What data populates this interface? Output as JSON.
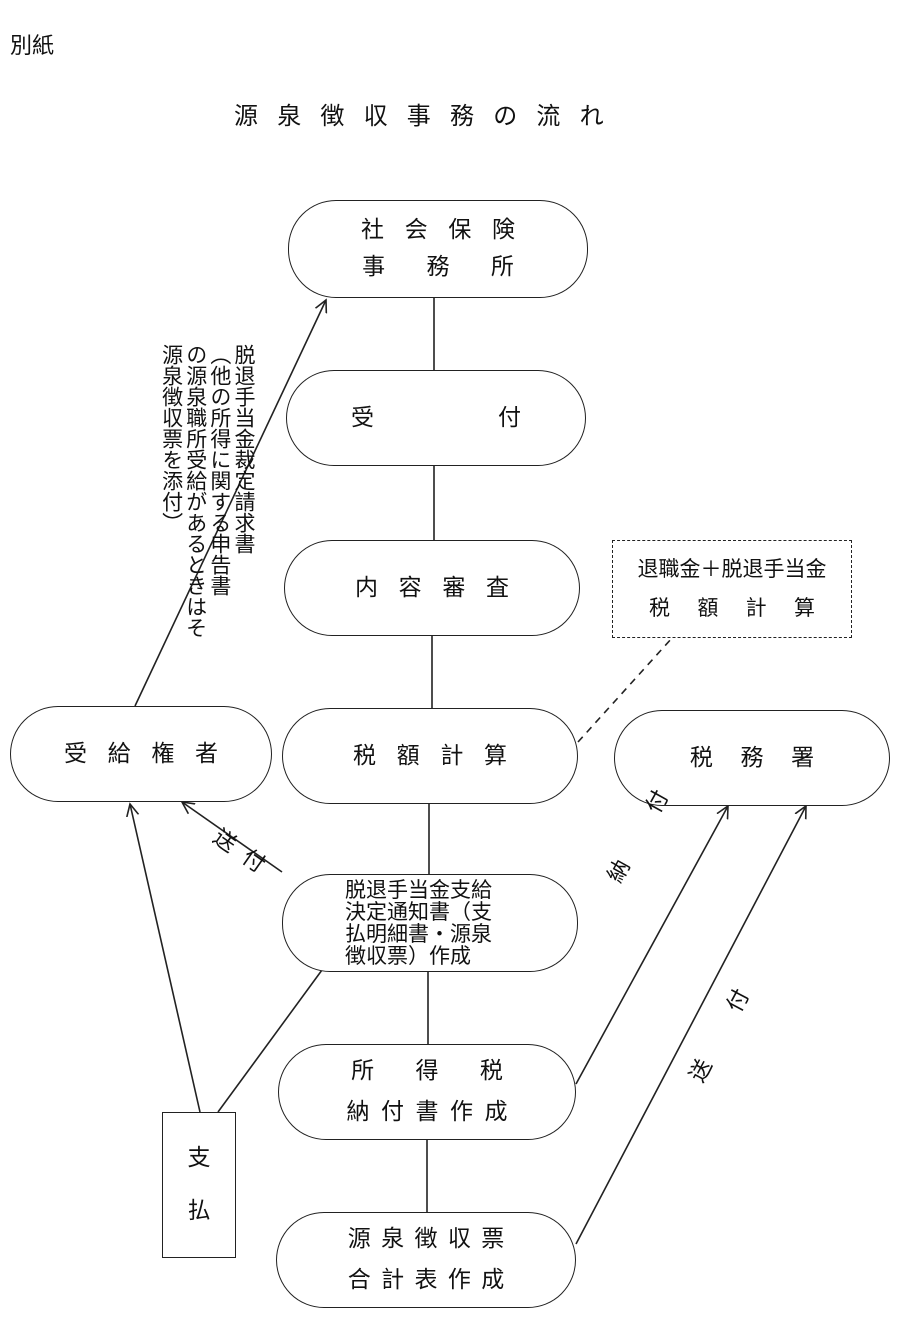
{
  "header": {
    "corner_label": "別紙",
    "title": "源泉徴収事務の流れ"
  },
  "nodes": {
    "office": {
      "line1": "社会保険",
      "line2": "事務所"
    },
    "reception": {
      "label1": "受",
      "label2": "付"
    },
    "review": {
      "label": "内容審査"
    },
    "tax_calc": {
      "label": "税額計算"
    },
    "notice": {
      "line1": "脱退手当金支給",
      "line2": "決定通知書（支",
      "line3": "払明細書・源泉",
      "line4": "徴収票）作成"
    },
    "income_tax": {
      "line1": "所得税",
      "line2": "納付書作成"
    },
    "summary": {
      "line1": "源泉徴収票",
      "line2": "合計表作成"
    },
    "recipient": {
      "label": "受給権者"
    },
    "tax_office": {
      "label": "税務署"
    },
    "note_box": {
      "line1": "退職金＋脱退手当金",
      "line2": "税額計算"
    },
    "payment": {
      "char1": "支",
      "char2": "払"
    }
  },
  "annotations": {
    "claim_lines": [
      "脱退手当金裁定請求書",
      "（他の所得に関する申告書",
      "の源泉職所受給があるときはそ",
      "源泉徴収票を添付）"
    ],
    "send_to_recipient": "送付",
    "pay_to_tax_office": "納付",
    "send_to_tax_office": "送付"
  }
}
